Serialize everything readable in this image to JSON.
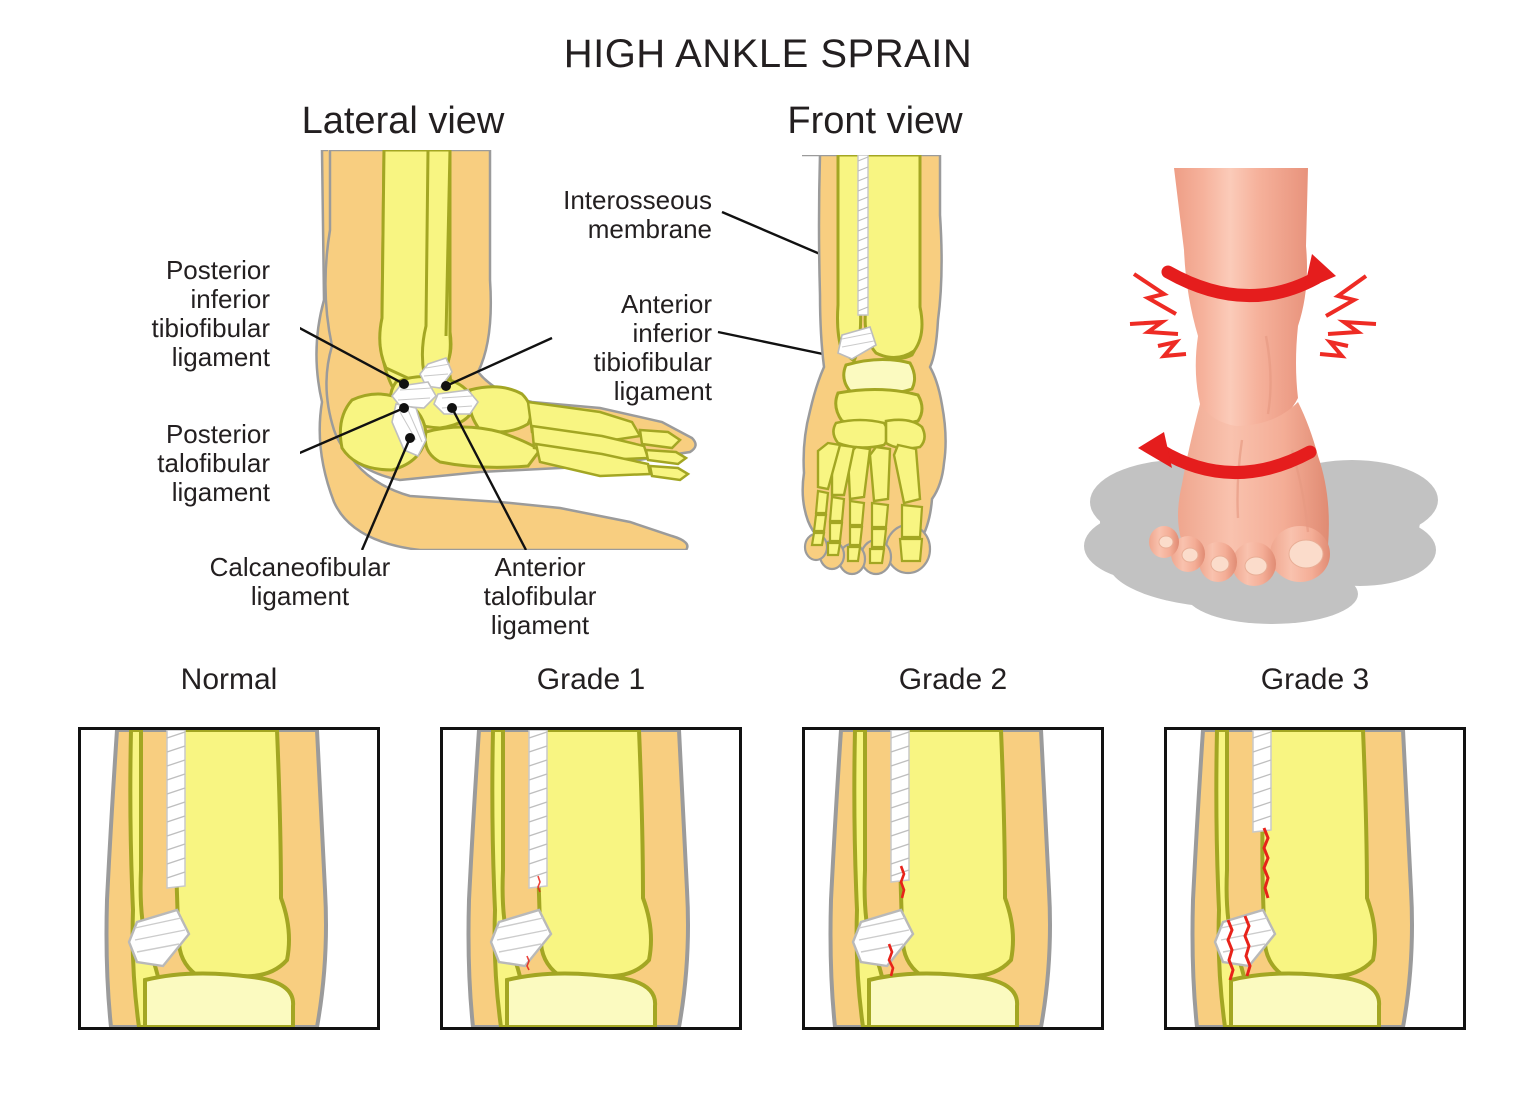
{
  "title": "HIGH ANKLE SPRAIN",
  "views": {
    "lateral": "Lateral view",
    "front": "Front view"
  },
  "labels": {
    "posterior_inferior_tibiofibular_ligament": "Posterior\ninferior\ntibiofibular\nligament",
    "posterior_talofibular_ligament": "Posterior\ntalofibular\nligament",
    "calcaneofibular_ligament": "Calcaneofibular\nligament",
    "anterior_talofibular_ligament": "Anterior\ntalofibular\nligament",
    "interosseous_membrane": "Interosseous\nmembrane",
    "anterior_inferior_tibiofibular_ligament": "Anterior\ninferior\ntibiofibular\nligament"
  },
  "grades": [
    {
      "id": "normal",
      "label": "Normal",
      "membrane_tear": "none",
      "ligament_tear": "none"
    },
    {
      "id": "grade-1",
      "label": "Grade 1",
      "membrane_tear": "minimal",
      "ligament_tear": "minimal"
    },
    {
      "id": "grade-2",
      "label": "Grade 2",
      "membrane_tear": "partial",
      "ligament_tear": "partial"
    },
    {
      "id": "grade-3",
      "label": "Grade 3",
      "membrane_tear": "complete",
      "ligament_tear": "complete"
    }
  ],
  "colors": {
    "skin_tan": "#F8CE80",
    "skin_tan_dark": "#F3BE66",
    "bone_yellow": "#F8F582",
    "bone_yellow_light": "#FBFAC0",
    "bone_outline": "#A3A623",
    "skin_outline": "#9B9B9B",
    "ligament_white": "#FFFFFF",
    "ligament_outline": "#B9B9B9",
    "tear_red": "#E8231A",
    "arrow_red": "#E51D1D",
    "pain_red": "#EE2B24",
    "shadow_gray": "#C2C2C2",
    "pink_skin": "#F6AF98",
    "pink_skin_light": "#FBCBB9",
    "pink_skin_dark": "#E8937C",
    "text": "#231F20",
    "panel_border": "#111111"
  },
  "icons": {
    "leader_dot": "leader-dot",
    "rotation_arrow": "rotation-arrow",
    "pain_bolt": "pain-bolt"
  }
}
